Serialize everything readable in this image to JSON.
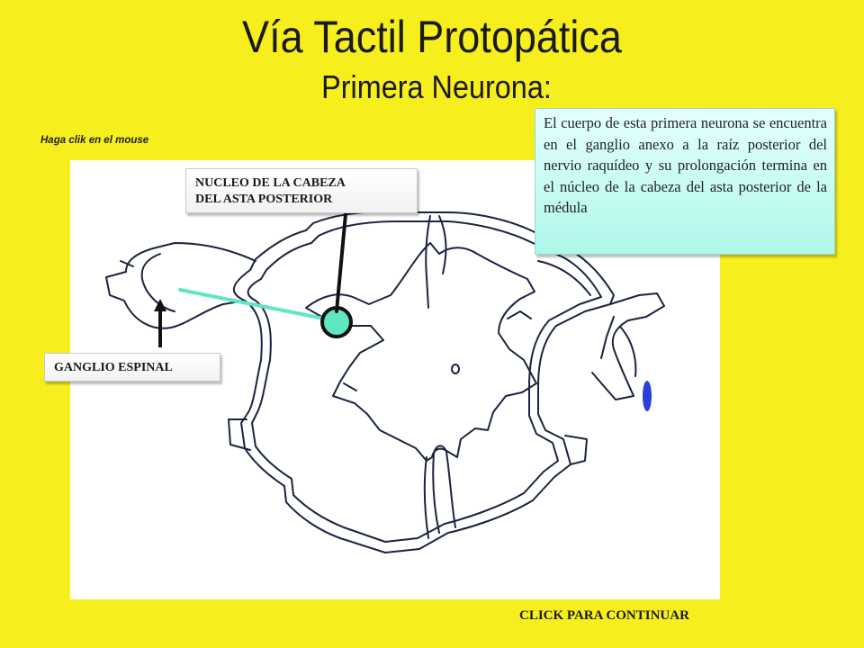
{
  "header": {
    "title": "Vía Tactil Protopática",
    "subtitle": "Primera Neurona:"
  },
  "hint_text": "Haga clik en el mouse",
  "labels": {
    "nucleo_line1": "NUCLEO  DE LA CABEZA",
    "nucleo_line2": "DEL ASTA POSTERIOR",
    "ganglio": "GANGLIO ESPINAL"
  },
  "info_text": "El cuerpo de esta primera neurona se encuentra en el ganglio anexo a la raíz posterior del nervio raquídeo y su prolongación termina en el núcleo de la cabeza del asta posterior de la médula",
  "footer": {
    "continue_label": "CLICK  PARA CONTINUAR"
  },
  "colors": {
    "background": "#f7ee1e",
    "neuron": "#5fe6c3",
    "marker": "#2a3fd6",
    "outline": "#1a2440"
  }
}
